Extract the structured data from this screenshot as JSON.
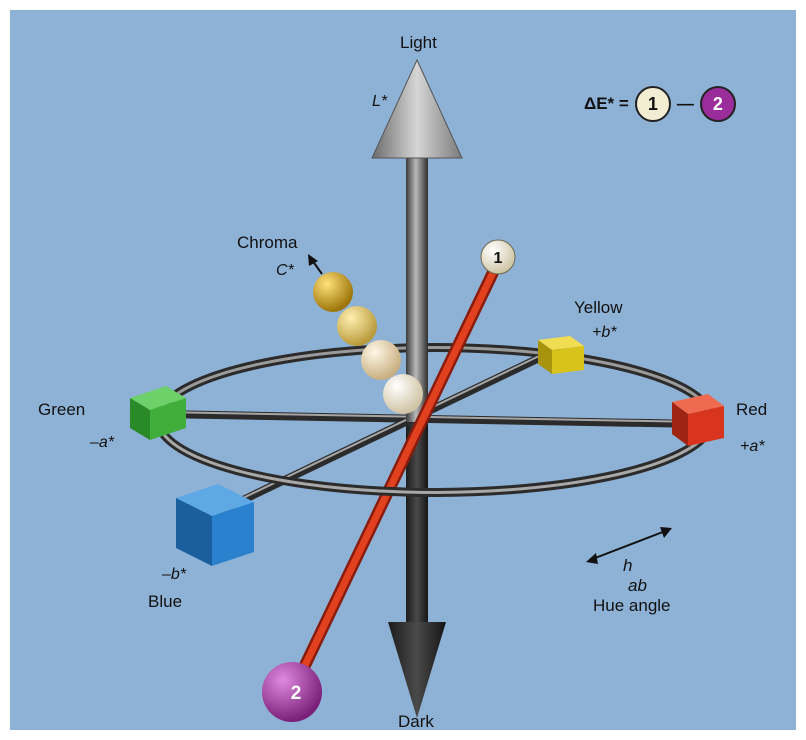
{
  "labels": {
    "light": "Light",
    "dark": "Dark",
    "l_star": "L*",
    "chroma": "Chroma",
    "c_star": "C*",
    "yellow": "Yellow",
    "plus_b": "+b*",
    "red": "Red",
    "plus_a": "+a*",
    "green": "Green",
    "minus_a": "–a*",
    "blue": "Blue",
    "minus_b": "–b*",
    "hue_h": "h",
    "hue_ab": "ab",
    "hue_angle": "Hue angle"
  },
  "delta_e": {
    "label": "ΔE* =",
    "sample1": "1",
    "dash": "—",
    "sample2": "2"
  },
  "markers": {
    "sample1": "1",
    "sample2": "2"
  },
  "colors": {
    "background": "#8eb2d6",
    "green": "#3fae3b",
    "yellow": "#d8c21c",
    "red": "#d9341d",
    "blue": "#2a82cf",
    "sample1": "#f3edd3",
    "sample2": "#9b2c9b",
    "vector": "#d9321a",
    "chroma_balls": [
      "#c99a14",
      "#ddc25a",
      "#e8d4a2",
      "#f2ead4"
    ]
  }
}
